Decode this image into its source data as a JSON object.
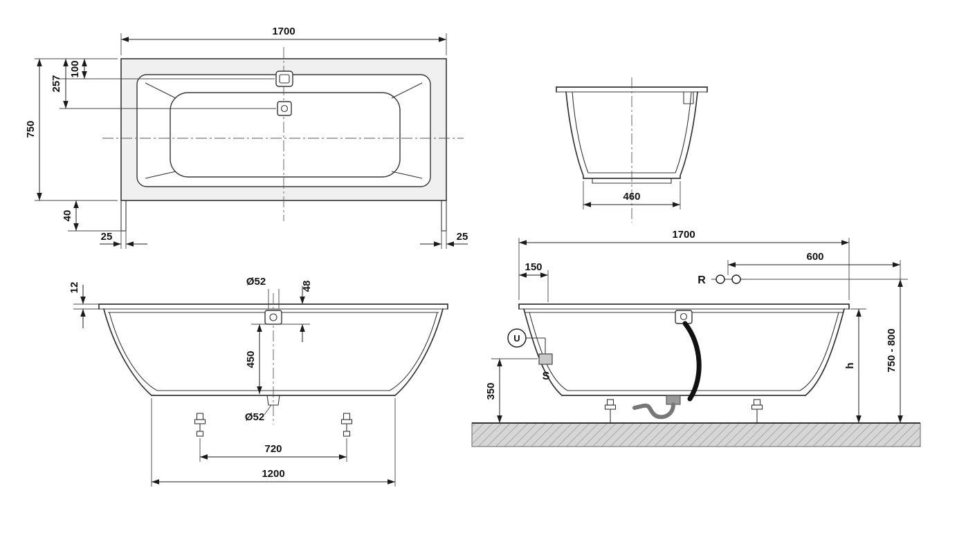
{
  "views": {
    "plan": {
      "length": "1700",
      "width": "750",
      "fitting_offset_1": "100",
      "fitting_offset_2": "257",
      "apron_height": "40",
      "inset_left": "25",
      "inset_right": "25"
    },
    "end_section": {
      "base_width": "460"
    },
    "long_section": {
      "rim_thickness": "12",
      "overflow_diameter": "Ø52",
      "overflow_drop": "48",
      "inner_depth": "450",
      "drain_diameter": "Ø52",
      "feet_spacing": "720",
      "base_length": "1200"
    },
    "installation": {
      "length": "1700",
      "overflow_offset": "150",
      "connection_offset": "600",
      "connection_label": "R",
      "overflow_label": "U",
      "trap_label": "S",
      "trap_height": "350",
      "rim_height_label": "h",
      "connection_height": "750 - 800"
    }
  }
}
